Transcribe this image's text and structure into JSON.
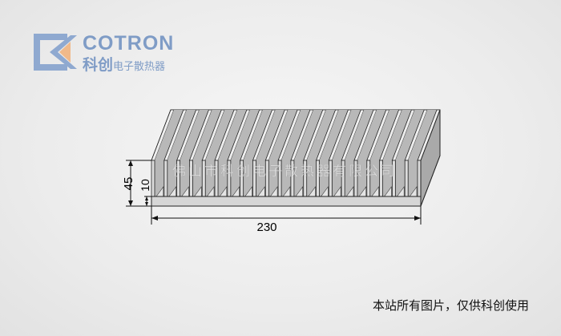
{
  "logo": {
    "brand_en": "COTRON",
    "brand_cn_main": "科创",
    "brand_cn_sub": "电子散热器"
  },
  "drawing": {
    "dim_height_total": "45",
    "dim_base": "10",
    "dim_width": "230",
    "fin_count": 22,
    "watermark": "佛山市科创电子散热器有限公司"
  },
  "caption": "本站所有图片，仅供科创使用",
  "colors": {
    "brand": "#7f9cc6",
    "accent": "#f0b98a"
  }
}
